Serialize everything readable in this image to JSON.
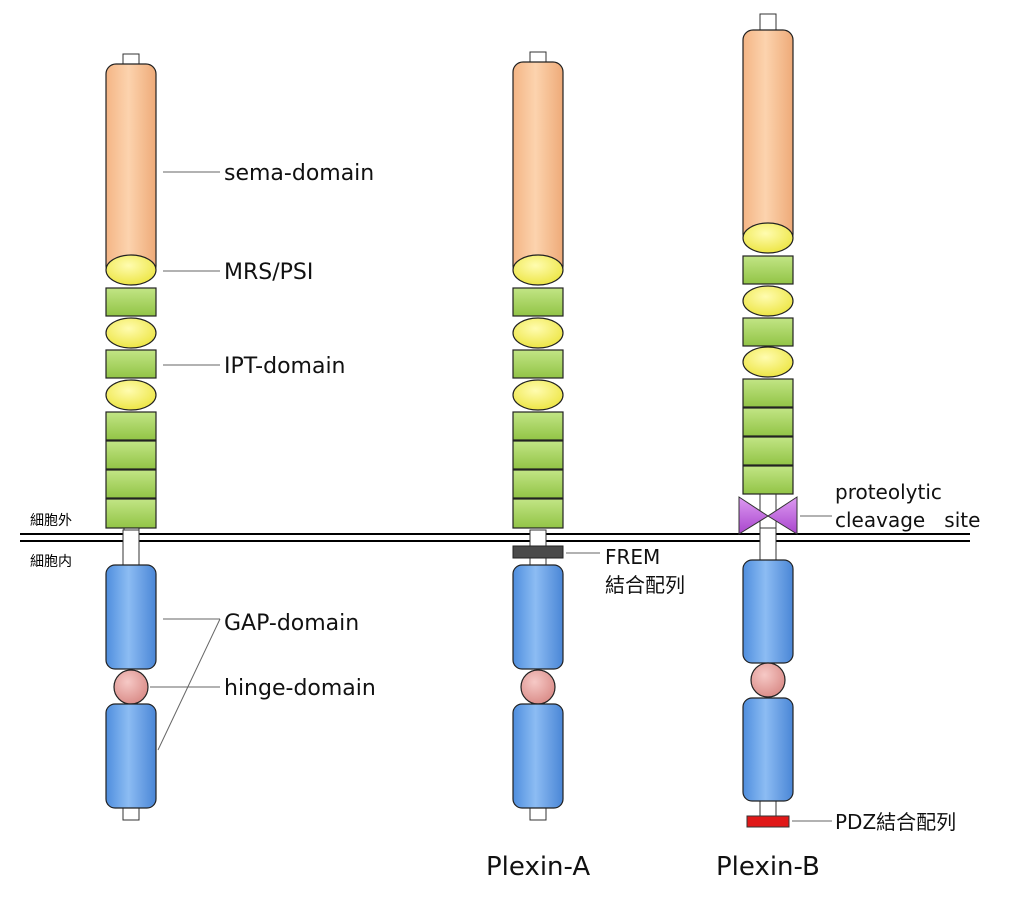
{
  "labels": {
    "sema": "sema-domain",
    "mrs": "MRS/PSI",
    "ipt": "IPT-domain",
    "gap": "GAP-domain",
    "hinge": "hinge-domain",
    "extracellular": "細胞外",
    "intracellular": "細胞内",
    "frem_line1": "FREM",
    "frem_line2": "結合配列",
    "proteolytic_line1": "proteolytic",
    "proteolytic_line2": "cleavage   site",
    "pdz": "PDZ結合配列"
  },
  "proteins": {
    "plexin_a": "Plexin-A",
    "plexin_b": "Plexin-B"
  },
  "colors": {
    "sema": "#f9c497",
    "mrs": "#f3f06a",
    "ipt": "#a9d65a",
    "gap": "#6aa3e8",
    "hinge": "#e6a3a0",
    "frem": "#444444",
    "pdz": "#e01818",
    "cleavage": "#c25fe0",
    "membrane": "#000000"
  }
}
